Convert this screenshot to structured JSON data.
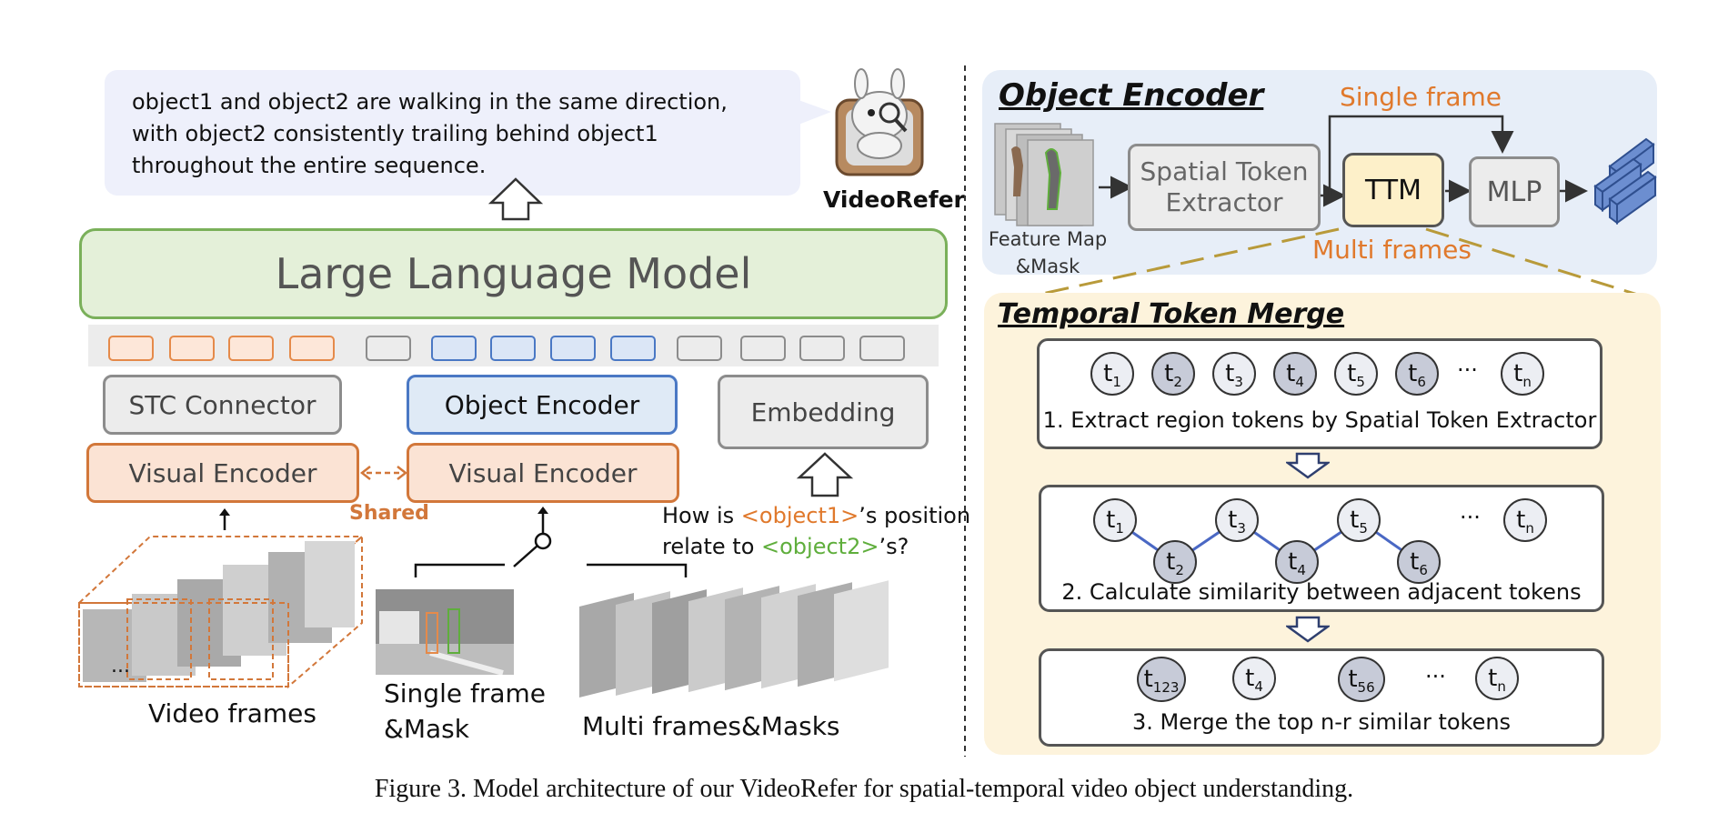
{
  "answer_text": "object1 and object2 are walking in the same direction, with object2 consistently trailing behind object1 throughout the entire sequence.",
  "logo_label": "VideoRefer",
  "llm_label": "Large Language Model",
  "stc_connector": "STC Connector",
  "object_encoder": "Object Encoder",
  "embedding": "Embedding",
  "visual_encoder_left": "Visual Encoder",
  "visual_encoder_mid": "Visual Encoder",
  "shared_label": "Shared",
  "question": {
    "p1": "How is ",
    "obj1": "<object1>",
    "p2": "’s position",
    "p3": "relate to ",
    "obj2": "<object2>",
    "p4": "’s?"
  },
  "video_frames_label": "Video frames",
  "single_frame_label_1": "Single frame",
  "single_frame_label_2": "&Mask",
  "multi_frames_label": "Multi frames&Masks",
  "ellipsis": "...",
  "object_encoder_panel": {
    "title": "Object Encoder",
    "feature_map_1": "Feature Map",
    "feature_map_2": "&Mask",
    "spatial_1": "Spatial Token",
    "spatial_2": "Extractor",
    "ttm": "TTM",
    "mlp": "MLP",
    "single_frame": "Single frame",
    "multi_frames": "Multi frames"
  },
  "ttm_panel": {
    "title": "Temporal Token Merge",
    "step1": "1. Extract region tokens by Spatial Token Extractor",
    "step2": "2. Calculate similarity between adjacent tokens",
    "step3": "3. Merge the top n-r similar tokens",
    "dots": "···",
    "t_base": "t",
    "subs_row1": [
      "1",
      "2",
      "3",
      "4",
      "5",
      "6",
      "n"
    ],
    "subs_row3": [
      "123",
      "4",
      "56",
      "n"
    ]
  },
  "caption": "Figure 3. Model architecture of our VideoRefer for spatial-temporal video object understanding.",
  "colors": {
    "orange": "#e0792c",
    "green": "#5fae3c",
    "blue": "#4a78c4",
    "llm_green": "#e4f0d9",
    "panel_blue": "#e7eef8",
    "panel_yellow": "#fdf3dc"
  }
}
